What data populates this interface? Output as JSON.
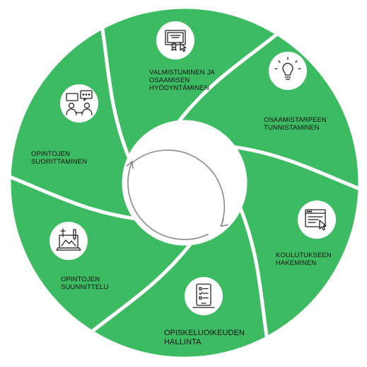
{
  "colors": {
    "segment_fill": "#3dbb63",
    "segment_divider": "#ffffff",
    "icon_bg": "#ffffff",
    "icon_stroke": "#222222",
    "arrow_stroke": "#8a8a8a",
    "text": "#111111"
  },
  "cycle": {
    "steps": [
      {
        "id": "valmistuminen",
        "label": "VALMISTUMINEN JA\nOSAAMISEN\nHYÖDYNTÄMINEN",
        "icon": "certificate-cursor-icon"
      },
      {
        "id": "osaamistarpeen",
        "label": "OSAAMISTARPEEN\nTUNNISTAMINEN",
        "icon": "lightbulb-icon"
      },
      {
        "id": "koulutukseen",
        "label": "KOULUTUKSEEN\nHAKEMINEN",
        "icon": "browser-cursor-icon"
      },
      {
        "id": "opiskeluoikeuden",
        "label": "OPISKELUOIKEUDEN\nHALLINTA",
        "icon": "checklist-tablet-icon"
      },
      {
        "id": "suunnittelu",
        "label": "OPINTOJEN\nSUUNNITTELU",
        "icon": "planning-laptop-icon"
      },
      {
        "id": "suorittaminen",
        "label": "OPINTOJEN\nSUORITTAMINEN",
        "icon": "people-chat-icon"
      }
    ],
    "center_arrows": "circular-arrows-icon"
  }
}
